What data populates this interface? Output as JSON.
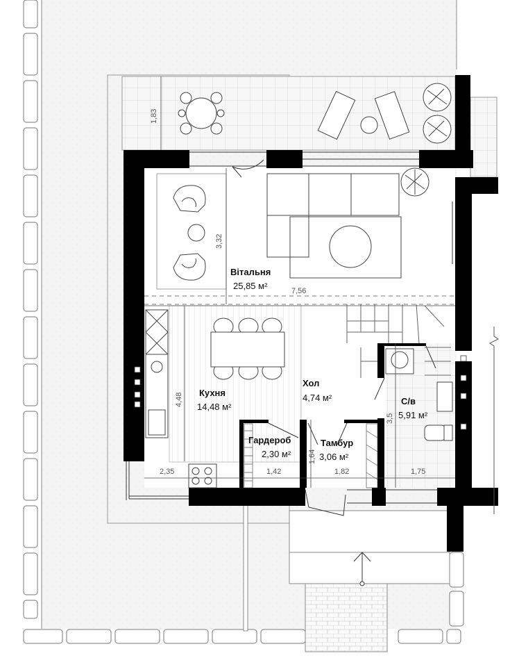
{
  "rooms": {
    "living": {
      "name": "Вітальня",
      "area": "25,85 м²"
    },
    "kitchen": {
      "name": "Кухня",
      "area": "14,48 м²"
    },
    "hall": {
      "name": "Хол",
      "area": "4,74 м²"
    },
    "wardrobe": {
      "name": "Гардероб",
      "area": "2,30 м²"
    },
    "vestibule": {
      "name": "Тамбур",
      "area": "3,06 м²"
    },
    "bathroom": {
      "name": "С/в",
      "area": "5,91 м²"
    }
  },
  "dimensions": {
    "terrace_depth": "1,83",
    "living_depth": "3,32",
    "living_width": "7,56",
    "kitchen_depth": "4,48",
    "kitchen_width": "2,35",
    "wardrobe_width": "1,42",
    "vestibule_depth": "1,64",
    "vestibule_width": "1,82",
    "bathroom_depth": "3,5",
    "bathroom_width": "1,75"
  },
  "colors": {
    "wall": "#000000",
    "paving": "#f4f4f4",
    "line": "#333333",
    "furniture_line": "#444444"
  }
}
